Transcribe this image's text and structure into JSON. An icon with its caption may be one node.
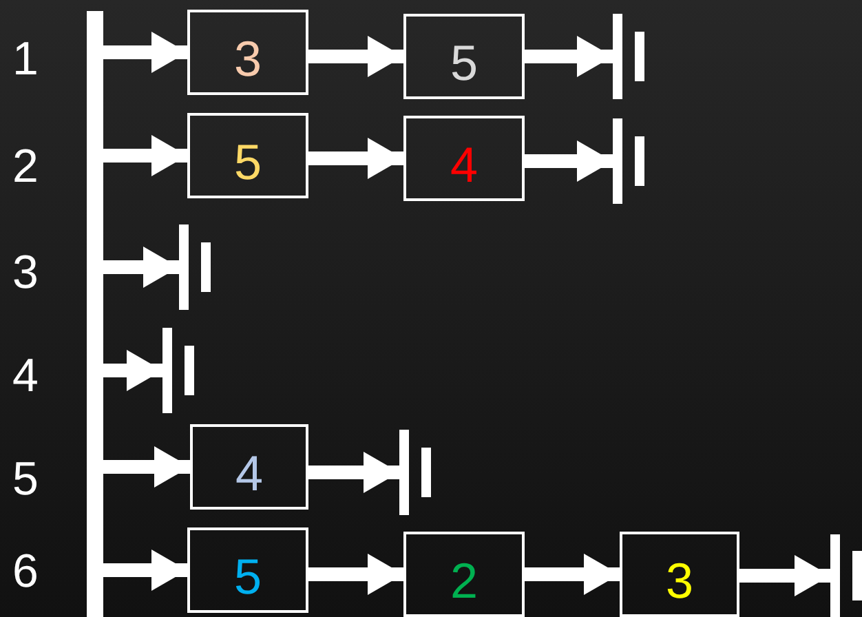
{
  "diagram": {
    "nodes": [
      {
        "text": [],
        "shape": "bar"
      },
      {
        "text": [
          "3"
        ]
      },
      {
        "text": [
          "5"
        ]
      },
      {
        "text": [],
        "shape": "ground"
      },
      {
        "text": [
          "5"
        ]
      },
      {
        "text": [
          "4"
        ]
      },
      {
        "text": [],
        "shape": "ground"
      },
      {
        "text": [],
        "shape": "ground"
      },
      {
        "text": [],
        "shape": "ground"
      },
      {
        "text": [
          "4"
        ]
      },
      {
        "text": [],
        "shape": "ground"
      },
      {
        "text": [
          "5"
        ]
      },
      {
        "text": [
          "2"
        ]
      },
      {
        "text": [
          "3"
        ]
      },
      {
        "text": [],
        "shape": "ground"
      }
    ],
    "edges": [
      {
        "from": 0,
        "to": 1,
        "arrow": "to"
      },
      {
        "from": 1,
        "to": 2,
        "arrow": "to"
      },
      {
        "from": 2,
        "to": 3,
        "arrow": "to"
      },
      {
        "from": 0,
        "to": 4,
        "arrow": "to"
      },
      {
        "from": 4,
        "to": 5,
        "arrow": "to"
      },
      {
        "from": 5,
        "to": 6,
        "arrow": "to"
      },
      {
        "from": 0,
        "to": 7,
        "arrow": "to"
      },
      {
        "from": 0,
        "to": 8,
        "arrow": "to"
      },
      {
        "from": 0,
        "to": 9,
        "arrow": "to"
      },
      {
        "from": 9,
        "to": 10,
        "arrow": "to"
      },
      {
        "from": 0,
        "to": 11,
        "arrow": "to"
      },
      {
        "from": 11,
        "to": 12,
        "arrow": "to"
      },
      {
        "from": 12,
        "to": 13,
        "arrow": "to"
      },
      {
        "from": 13,
        "to": 14,
        "arrow": "to"
      }
    ],
    "labels": [
      "1",
      "2",
      "3",
      "4",
      "5",
      "6"
    ]
  }
}
